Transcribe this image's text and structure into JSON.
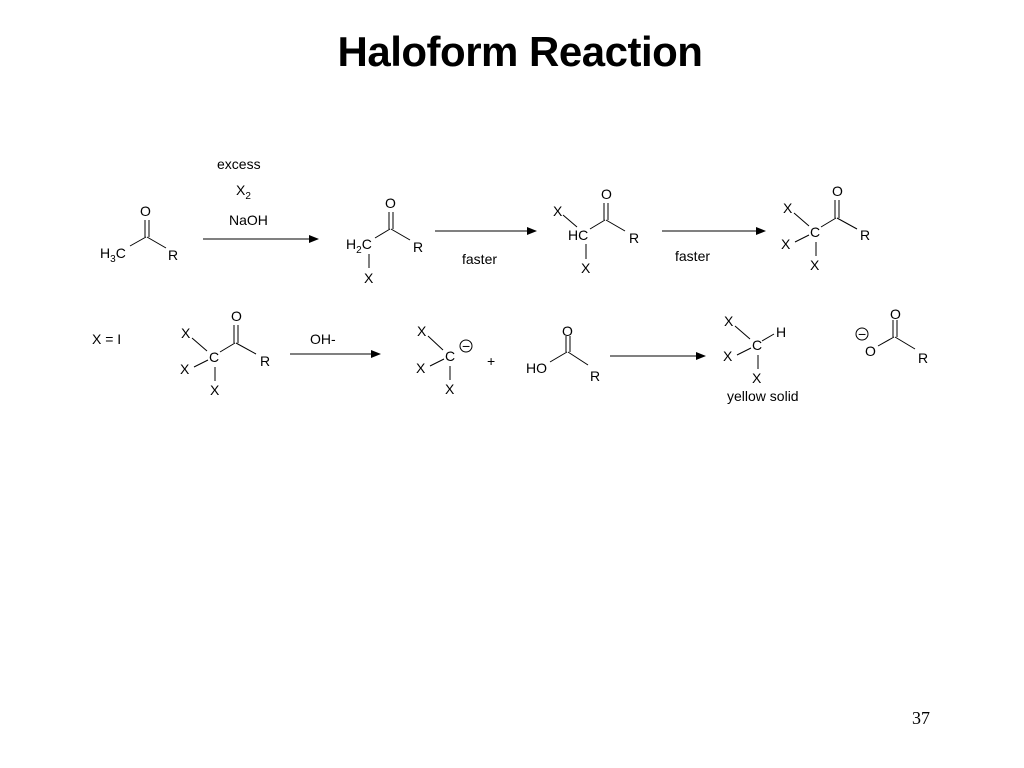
{
  "title": "Haloform Reaction",
  "page_number": "37",
  "row1": {
    "reagents": {
      "line1": "excess",
      "x2_base": "X",
      "x2_sub": "2",
      "line3": "NaOH"
    },
    "mol1": {
      "h3c_base": "H",
      "h3c_sub": "3",
      "h3c_tail": "C",
      "o": "O",
      "r": "R"
    },
    "mol2": {
      "h2c_base": "H",
      "h2c_sub": "2",
      "h2c_tail": "C",
      "o": "O",
      "r": "R",
      "x": "X"
    },
    "arrow2_label": "faster",
    "mol3": {
      "x_top": "X",
      "hc": "HC",
      "o": "O",
      "r": "R",
      "x_bottom": "X"
    },
    "arrow3_label": "faster",
    "mol4": {
      "x1": "X",
      "x2": "X",
      "x3": "X",
      "c": "C",
      "o": "O",
      "r": "R"
    }
  },
  "row2": {
    "condition": "X = I",
    "mol1": {
      "x1": "X",
      "x2": "X",
      "x3": "X",
      "c": "C",
      "o": "O",
      "r": "R"
    },
    "arrow1_label": "OH-",
    "anion": {
      "x1": "X",
      "x2": "X",
      "x3": "X",
      "c": "C",
      "charge": "−"
    },
    "plus": "+",
    "acid": {
      "ho": "HO",
      "o": "O",
      "r": "R"
    },
    "product": {
      "x1": "X",
      "x2": "X",
      "x3": "X",
      "c": "C",
      "h": "H",
      "label": "yellow solid"
    },
    "carboxylate": {
      "charge": "−",
      "o_minus": "O",
      "o": "O",
      "r": "R"
    }
  }
}
